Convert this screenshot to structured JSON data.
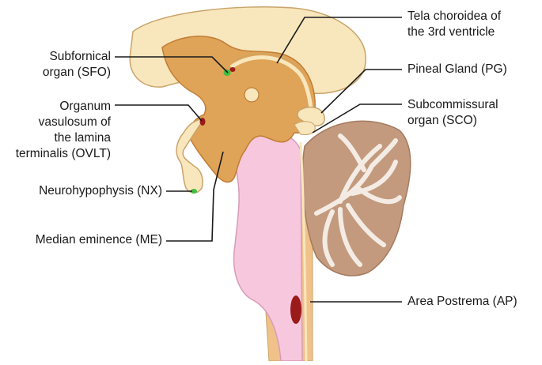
{
  "labels": {
    "sfo": "Subfornical\norgan (SFO)",
    "ovlt": "Organum\nvasulosum of\nthe lamina\nterminalis (OVLT)",
    "nx": "Neurohypophysis (NX)",
    "me": "Median eminence (ME)",
    "tela": "Tela choroidea of\nthe 3rd ventricle",
    "pg": "Pineal Gland (PG)",
    "sco": "Subcommissural\norgan (SCO)",
    "ap": "Area Postrema (AP)"
  },
  "colors": {
    "cortex": "#f8e6bd",
    "cortex_outline": "#c9a46a",
    "diencephalon": "#dfa457",
    "diencephalon_dark": "#c27d34",
    "brainstem": "#f7c7de",
    "brainstem_outline": "#d79bb8",
    "cerebellum": "#c39a7e",
    "cerebellum_white": "#f4ece4",
    "ventricle": "#f8e6bd",
    "organ_red": "#9b1a1a",
    "organ_green": "#3fbf3f",
    "leader_line": "#1a1a1a"
  }
}
